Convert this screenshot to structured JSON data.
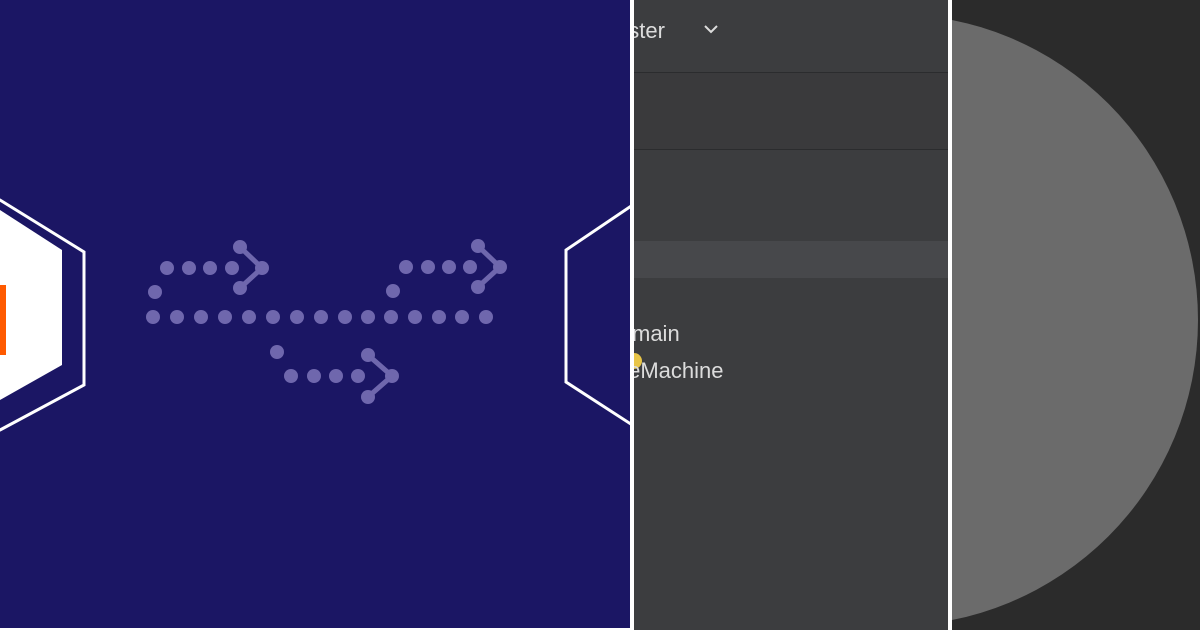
{
  "branch": {
    "label": "aster",
    "icon": "chevron-down-icon"
  },
  "tree": {
    "items": [
      {
        "label": "main"
      },
      {
        "label": "teMachine"
      }
    ],
    "status_icon": "status-dot-icon"
  },
  "colors": {
    "illustration_bg": "#1b1664",
    "dots": "#6f67ad",
    "hexagon_stroke": "#ffffff",
    "accent_orange": "#ff5a00",
    "ide_bg": "#3c3d3f",
    "ide_selected": "#47484b",
    "ide_text": "#dcdcdc",
    "status_yellow": "#e8c547",
    "avatar_bg": "#2b2b2b",
    "avatar_circle": "#6b6b6b"
  }
}
